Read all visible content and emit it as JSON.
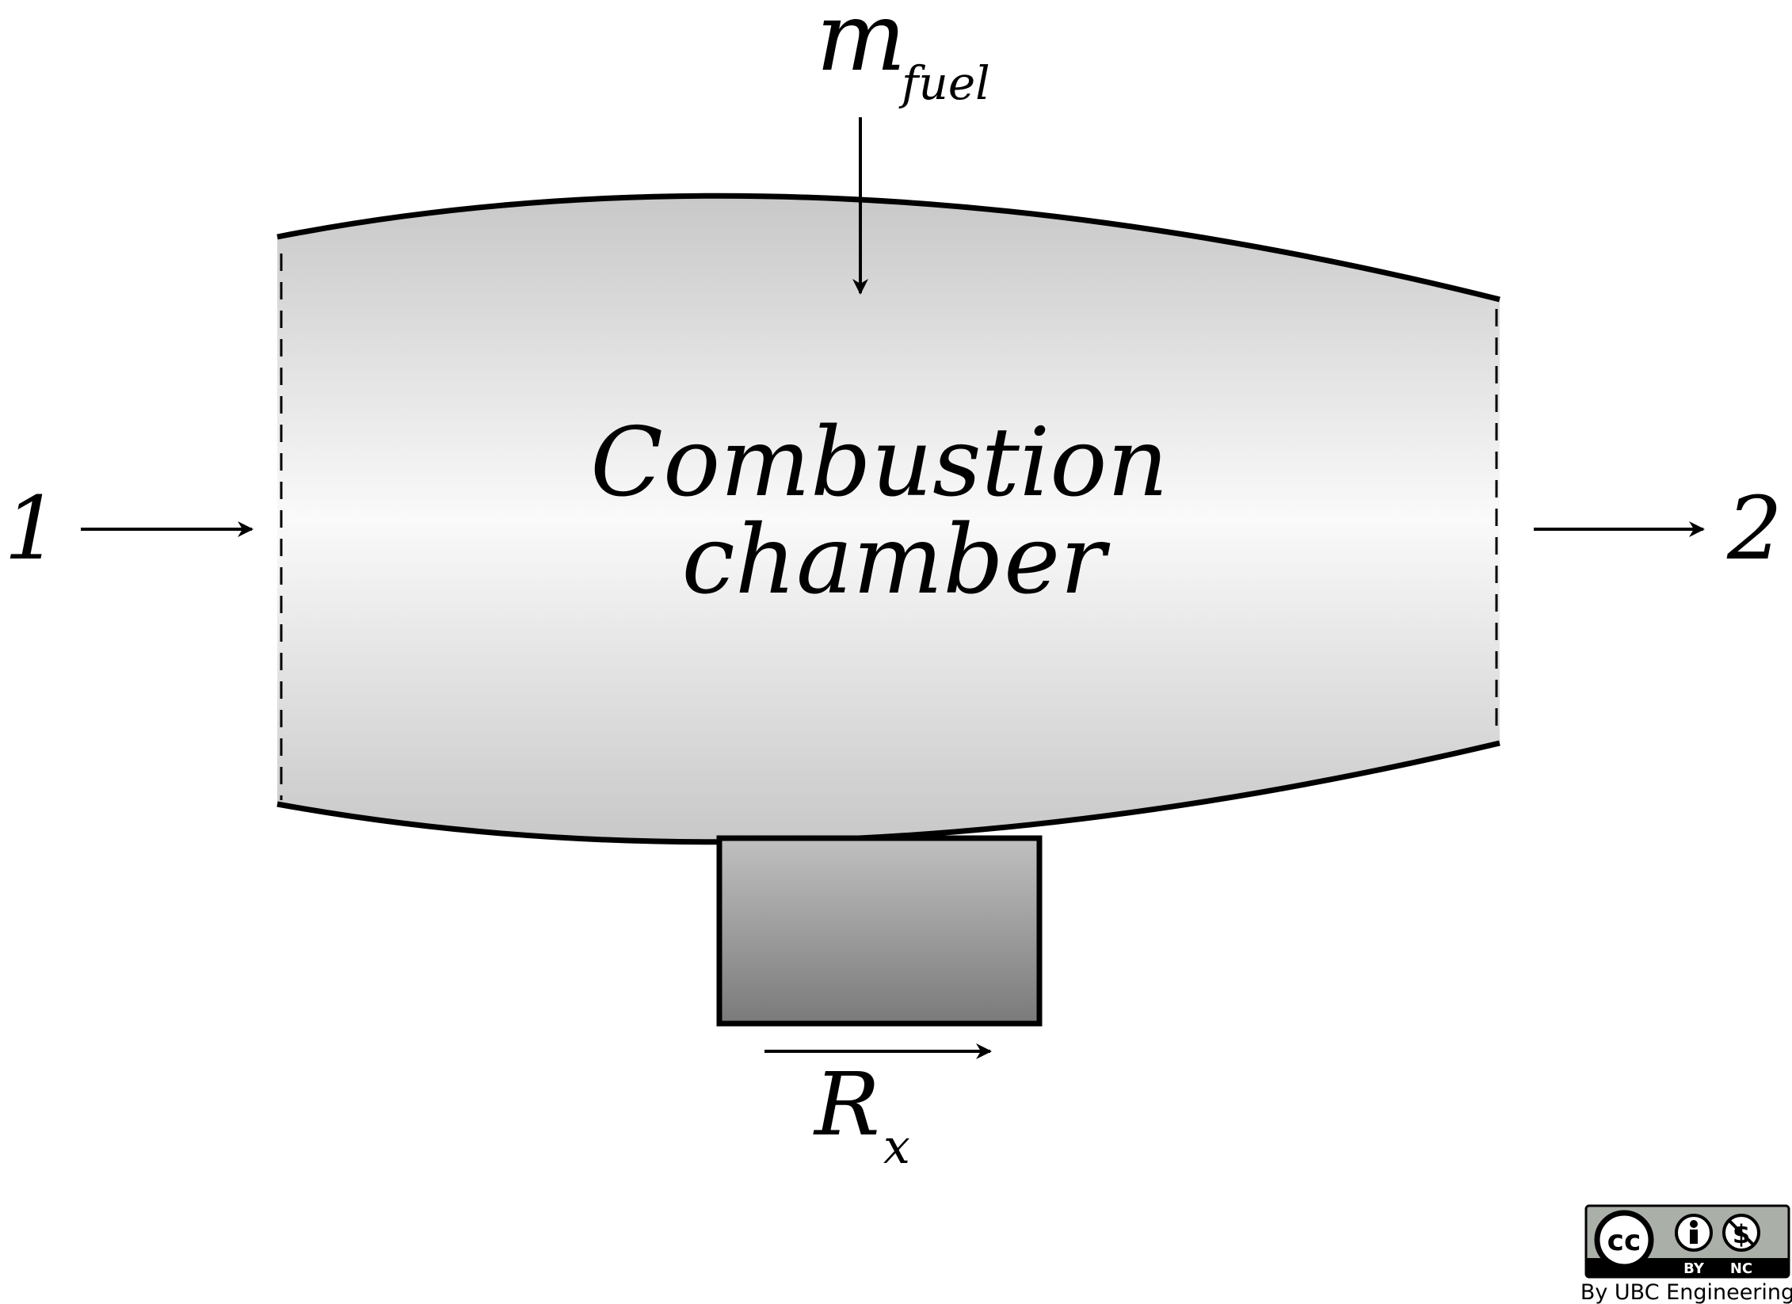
{
  "diagram": {
    "chamber_label_line1": "Combustion",
    "chamber_label_line2": "chamber",
    "fuel_symbol": "m",
    "fuel_subscript": "fuel",
    "inlet_label": "1",
    "outlet_label": "2",
    "reaction_symbol": "R",
    "reaction_subscript": "x"
  },
  "license": {
    "badge_cc": "cc",
    "badge_by": "BY",
    "badge_nc": "NC",
    "credit": "By UBC Engineering"
  },
  "colors": {
    "stroke": "#000000",
    "chamber_fill_edge": "#c8c8c8",
    "chamber_fill_center": "#fafafa",
    "mount_fill_top": "#c0c0c0",
    "mount_fill_bottom": "#7a7a7a",
    "badge_bg": "#aab0a8"
  },
  "icons": {
    "inlet_arrow": "arrow-right-icon",
    "outlet_arrow": "arrow-right-icon",
    "fuel_arrow": "arrow-down-icon",
    "reaction_arrow": "arrow-right-icon",
    "license_cc": "creative-commons-icon",
    "license_by": "attribution-person-icon",
    "license_nc": "non-commercial-dollar-icon"
  }
}
